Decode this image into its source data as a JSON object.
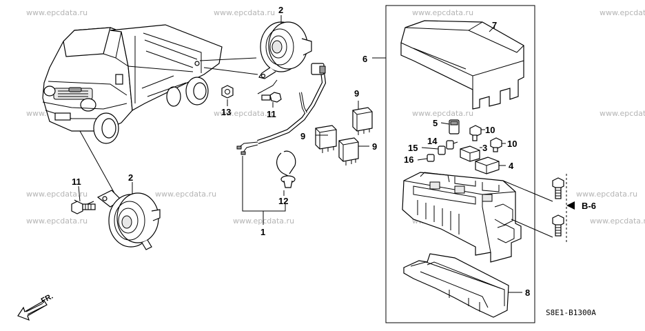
{
  "watermark": "www.epcdata.ru",
  "diagram": {
    "callouts": [
      "2",
      "2",
      "11",
      "13",
      "11",
      "12",
      "1",
      "9",
      "9",
      "9",
      "6",
      "7",
      "5",
      "10",
      "10",
      "14",
      "15",
      "16",
      "3",
      "4",
      "8",
      "B-6"
    ],
    "front_label": "FR.",
    "code": "S8E1-B1300A"
  }
}
